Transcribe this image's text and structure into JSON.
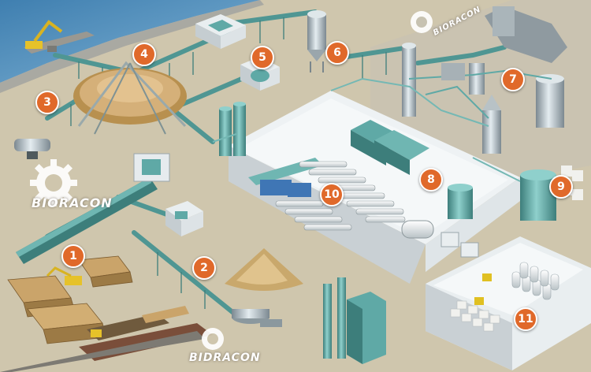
{
  "brand": {
    "name": "BIORACON",
    "logo_text_variants": [
      "BIORACON",
      "BIORACON",
      "BIDRACON"
    ]
  },
  "markers": [
    "1",
    "2",
    "3",
    "4",
    "5",
    "6",
    "7",
    "8",
    "9",
    "10",
    "11"
  ],
  "colors": {
    "ground": "#cfc6ad",
    "water": "#4a86b5",
    "machinery": "#5fa9a6",
    "machinery_dark": "#3d7e7b",
    "building": "#e6ebee",
    "marker": "#e0692a",
    "wood": "#caa46a",
    "sawdust": "#d2b27a"
  },
  "icons": [
    "gear-logo-icon",
    "excavator-icon",
    "forklift-icon",
    "truck-icon",
    "log-pile-icon",
    "silo-icon",
    "chimney-icon",
    "paper-roll-icon"
  ]
}
